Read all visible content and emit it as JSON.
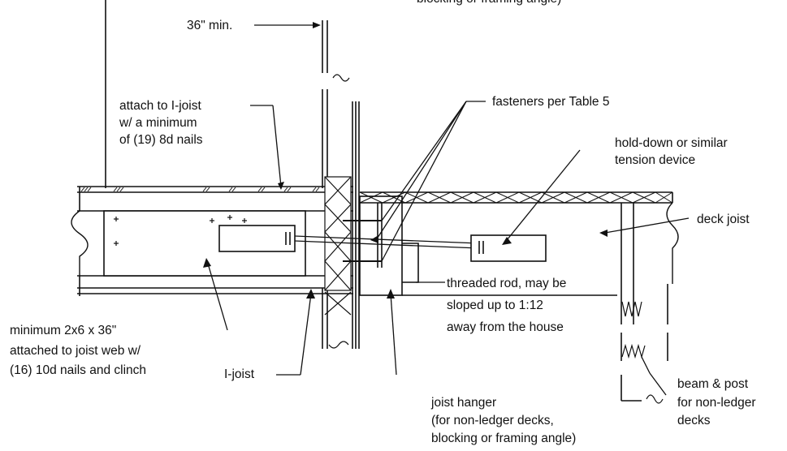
{
  "labels": {
    "top_partial": "blocking or framing angle)",
    "min_dim": "36\" min.",
    "attach_1": "attach  to I-joist",
    "attach_2": "w/ a minimum",
    "attach_3": "of (19) 8d nails",
    "fasteners": "fasteners per Table 5",
    "holddown_1": "hold-down or similar",
    "holddown_2": "tension device",
    "deck_joist": "deck joist",
    "rod_1": "threaded rod, may be",
    "rod_2": "sloped up to 1:12",
    "rod_3": "away from the house",
    "minimum_1": "minimum 2x6 x 36\"",
    "minimum_2": "attached to joist web w/",
    "minimum_3": "(16) 10d nails and clinch",
    "ijoist": "I-joist",
    "hanger_1": "joist hanger",
    "hanger_2": "(for non-ledger decks,",
    "hanger_3": " blocking or framing angle)",
    "beam_1": "beam & post",
    "beam_2": "for non-ledger",
    "beam_3": "decks"
  }
}
